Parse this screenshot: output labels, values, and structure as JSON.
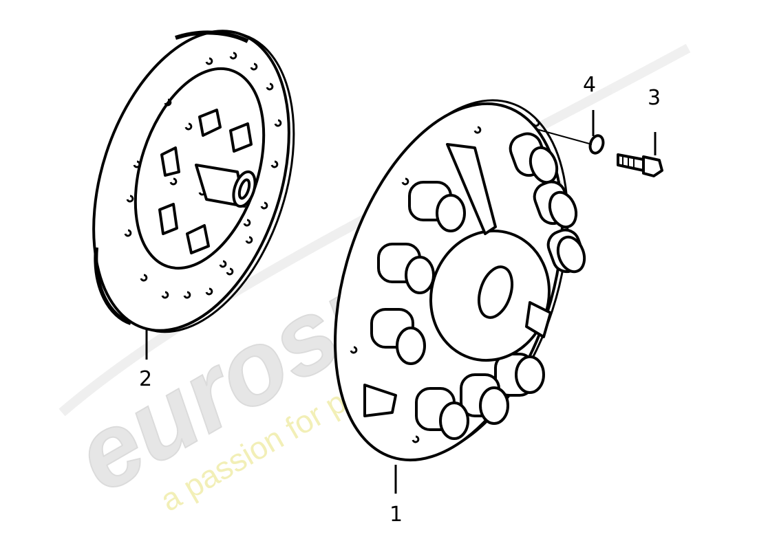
{
  "callouts": {
    "disc": "2",
    "pressure_plate": "1",
    "bolt": "3",
    "washer": "4"
  },
  "watermark": {
    "brand": "eurospares",
    "tagline": "a passion for parts since 1985",
    "brand_color": "#e6e6e6",
    "tagline_color": "#f3f0b0"
  },
  "colors": {
    "line": "#000000",
    "background": "#ffffff"
  }
}
